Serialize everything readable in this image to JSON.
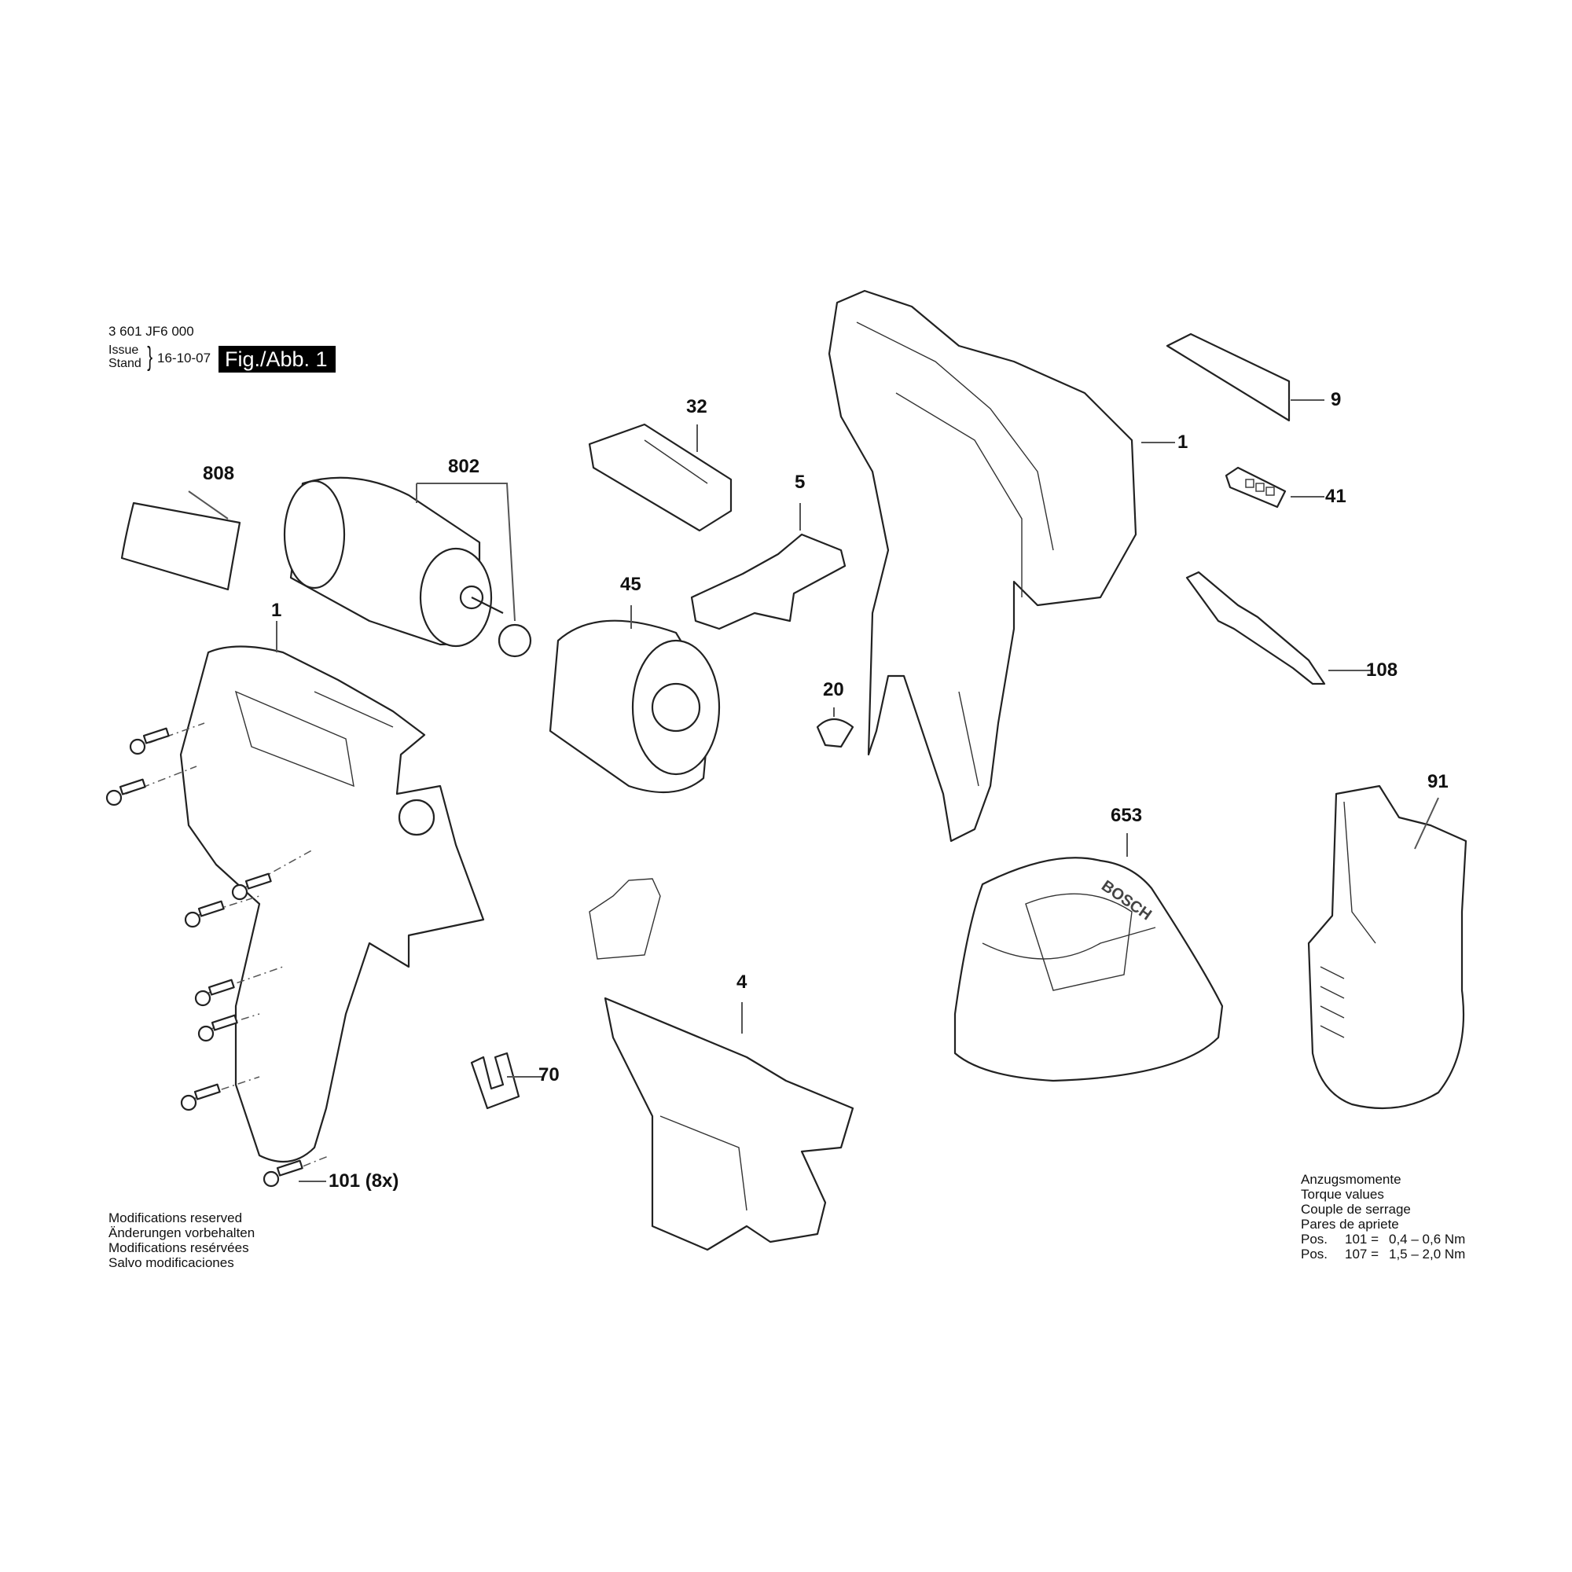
{
  "header": {
    "part_number": "3 601 JF6 000",
    "issue_label": "Issue",
    "stand_label": "Stand",
    "date": "16-10-07",
    "figure_label": "Fig./Abb. 1"
  },
  "labels": {
    "p808": "808",
    "p802": "802",
    "p32": "32",
    "p5": "5",
    "p45": "45",
    "p1_left": "1",
    "p1_right": "1",
    "p9": "9",
    "p41": "41",
    "p108": "108",
    "p20": "20",
    "p91": "91",
    "p653": "653",
    "p4": "4",
    "p70": "70",
    "p101": "101 (8x)"
  },
  "charger_brand": "BOSCH",
  "modifications": [
    "Modifications reserved",
    "Änderungen vorbehalten",
    "Modifications resérvées",
    "Salvo modificaciones"
  ],
  "torque": {
    "lines": [
      "Anzugsmomente",
      "Torque values",
      "Couple de serrage",
      "Pares de apriete"
    ],
    "values": [
      {
        "prefix": "Pos.",
        "pos": "101 =",
        "range": "0,4 – 0,6 Nm"
      },
      {
        "prefix": "Pos.",
        "pos": "107 =",
        "range": "1,5 – 2,0 Nm"
      }
    ]
  }
}
